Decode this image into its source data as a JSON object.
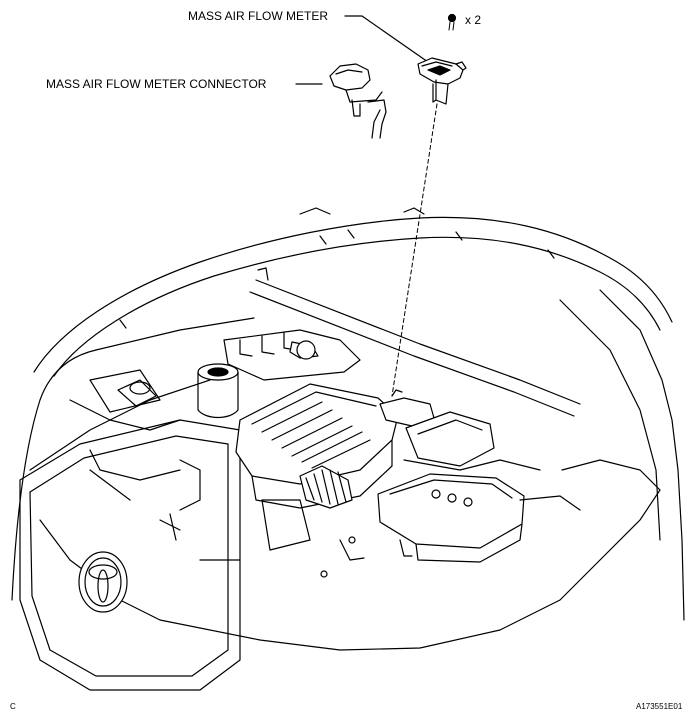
{
  "labels": {
    "maf_meter": "MASS AIR FLOW METER",
    "maf_connector": "MASS AIR FLOW METER CONNECTOR",
    "bolt_qty": "x 2"
  },
  "footer": {
    "left_code": "C",
    "figure_id": "A173551E01"
  },
  "colors": {
    "ink": "#000000",
    "paper": "#ffffff"
  }
}
